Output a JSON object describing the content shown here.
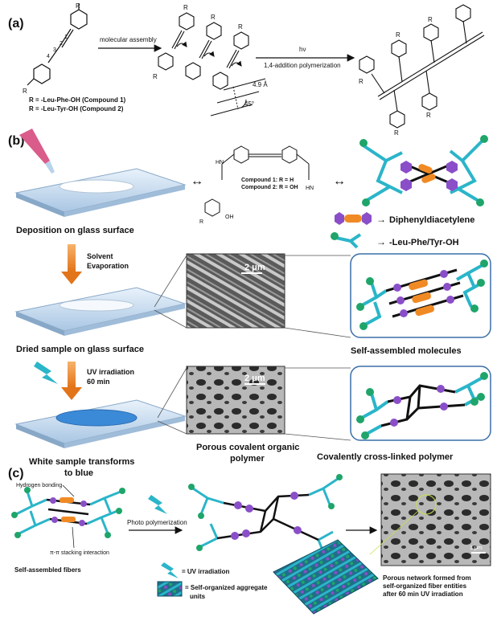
{
  "panel_a": {
    "label": "(a)",
    "r_group": "R",
    "arrow1": "molecular assembly",
    "arrow2_top": "hν",
    "arrow2_bottom": "1,4-addition polymerization",
    "distance": "4.9 Å",
    "angle": "45°",
    "atom_numbers": [
      "1",
      "2",
      "3",
      "4"
    ],
    "legend1": "R = -Leu-Phe-OH (Compound 1)",
    "legend2": "R = -Leu-Tyr-OH (Compound 2)"
  },
  "panel_b": {
    "label": "(b)",
    "step1": "Deposition on glass surface",
    "step2": "Dried sample on glass surface",
    "step3_l1": "White sample transforms",
    "step3_l2": "to blue",
    "arrow1_l1": "Solvent",
    "arrow1_l2": "Evaporation",
    "arrow2_l1": "UV irradiation",
    "arrow2_l2": "60 min",
    "compound1": "Compound 1: R = H",
    "compound2": "Compound 2: R = OH",
    "legend_diacetylene": "Diphenyldiacetylene",
    "legend_peptide": "-Leu-Phe/Tyr-OH",
    "scale1": "2 μm",
    "scale2": "2 μm",
    "sem2_l1": "Porous covalent organic",
    "sem2_l2": "polymer",
    "box1": "Self-assembled molecules",
    "box2": "Covalently cross-linked polymer"
  },
  "panel_c": {
    "label": "(c)",
    "hbond": "Hydrogen bonding",
    "pi": "π-π stacking interaction",
    "fibers": "Self-assembled fibers",
    "photo": "Photo polymerization",
    "uv_legend": "= UV irradiation",
    "agg_l1": "= Self-organized aggregate",
    "agg_l2": "units",
    "porous_l1": "Porous network formed from",
    "porous_l2": "self-organized fiber entities",
    "porous_l3": "after  60 min UV irradiation",
    "scale": "1 μm"
  },
  "colors": {
    "cyan": "#2bb5c9",
    "purple": "#8a4fc8",
    "orange": "#f08a24",
    "green": "#1fa56a",
    "glass": "#b9d3ea",
    "blue_drop": "#3b8ad8",
    "box_border": "#3a6fa8"
  }
}
